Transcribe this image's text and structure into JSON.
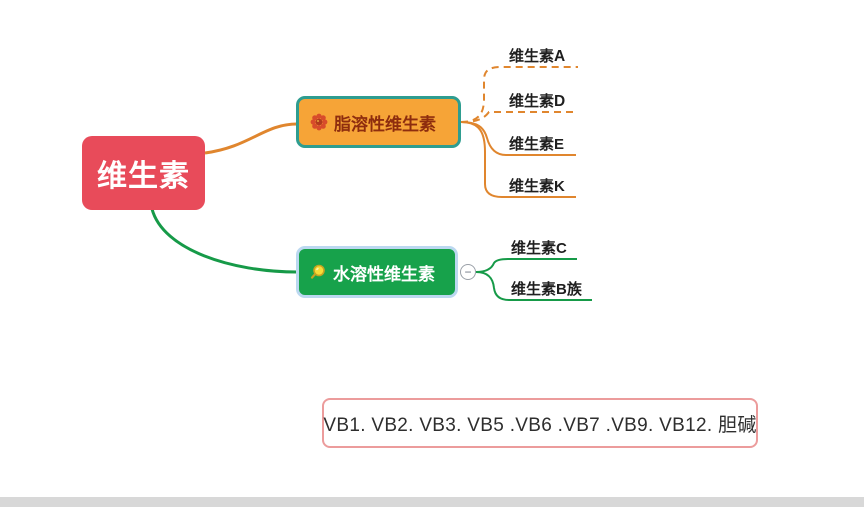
{
  "root": {
    "label": "维生素"
  },
  "branches": {
    "fat": {
      "label": "脂溶性维生素",
      "icon": "flower-icon",
      "children": [
        {
          "text": "维生素",
          "bold": "A"
        },
        {
          "text": "维生素",
          "bold": "D"
        },
        {
          "text": "维生素E",
          "bold": ""
        },
        {
          "text": "维生素K",
          "bold": ""
        }
      ]
    },
    "water": {
      "label": "水溶性维生素",
      "icon": "magnifier-icon",
      "collapse": "−",
      "children": [
        {
          "text": "维生素C",
          "bold": ""
        },
        {
          "text": "维生素B族",
          "bold": ""
        }
      ]
    }
  },
  "note": {
    "text": "VB1. VB2. VB3. VB5 .VB6 .VB7 .VB9. VB12.  胆碱"
  },
  "colors": {
    "root_bg": "#E84B5A",
    "fat_fill": "#F6A437",
    "fat_border": "#2E9D90",
    "fat_text": "#8E2D0E",
    "fat_line": "#E0862E",
    "water_fill": "#17A24B",
    "water_border": "#BBD8F0",
    "water_line": "#169A48",
    "note_border": "#EC9C9C",
    "label_text": "#1F1F1F"
  }
}
